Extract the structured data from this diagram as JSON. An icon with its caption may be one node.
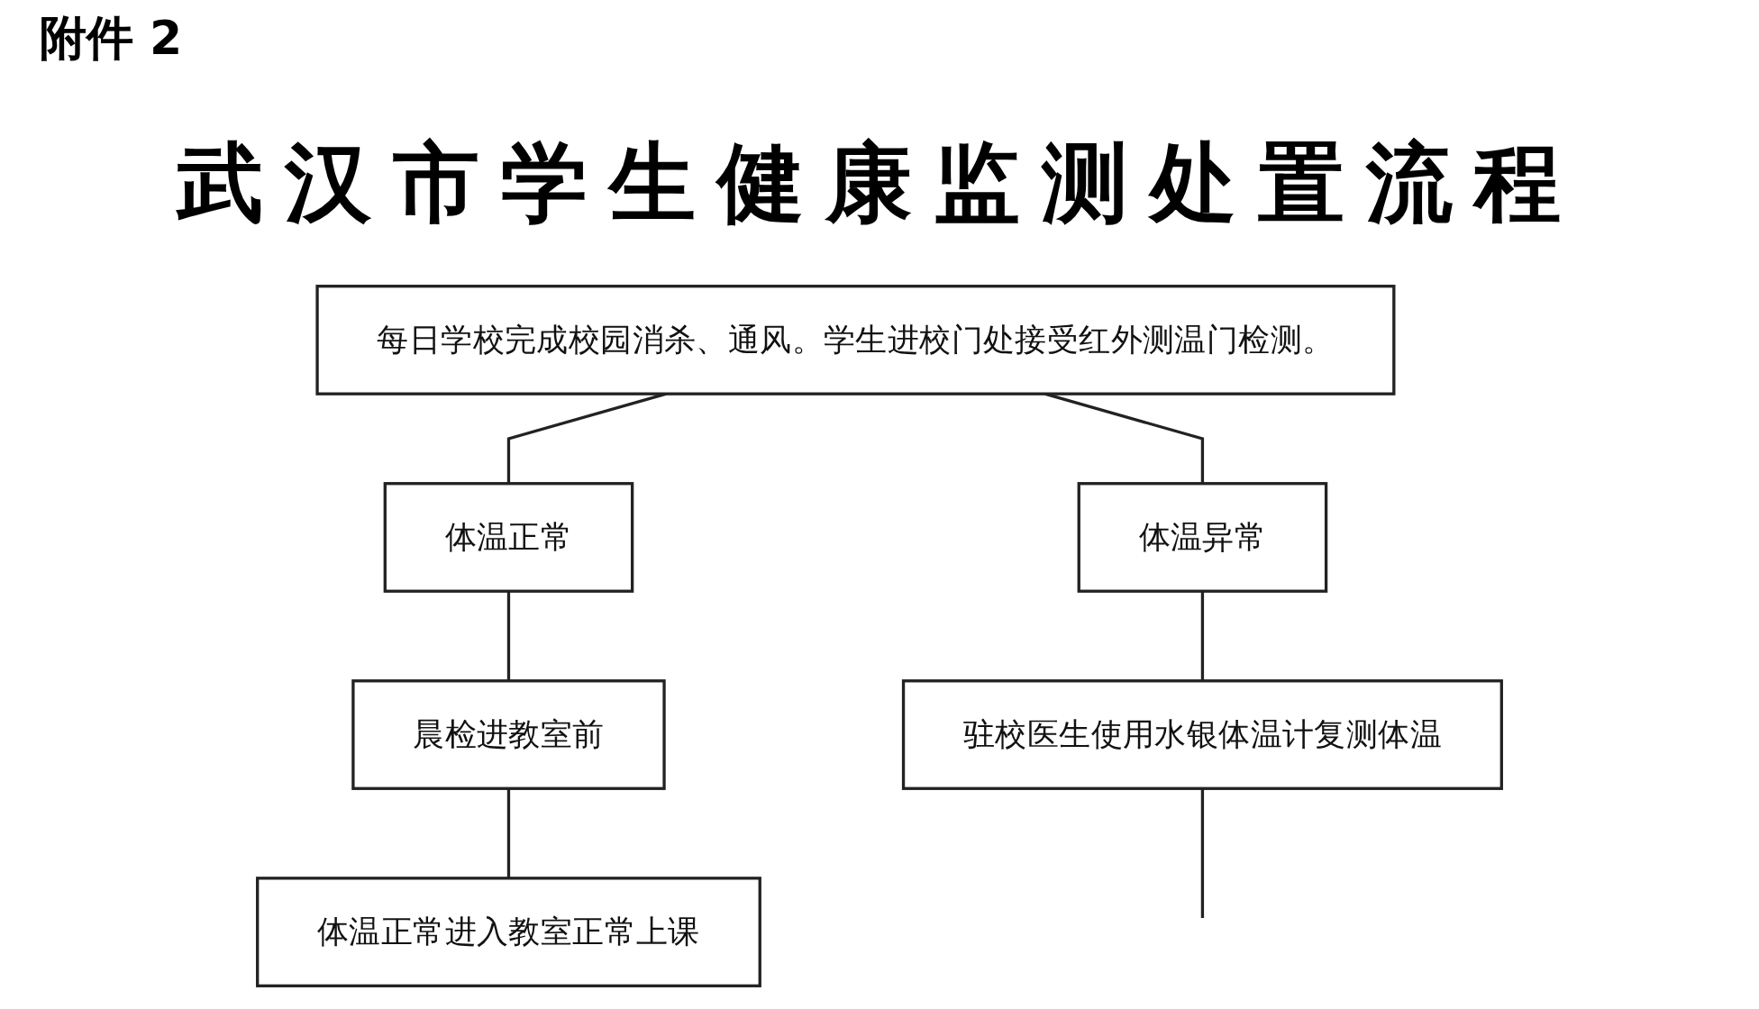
{
  "diagram": {
    "title": "武汉市学生健康监测处置流程",
    "nodes": [
      {
        "text": [
          "每日学校完成校园消杀、通风。学生进校门处接受红外测温门检测。"
        ]
      },
      {
        "text": [
          "体温正常"
        ]
      },
      {
        "text": [
          "体温异常"
        ]
      },
      {
        "text": [
          "晨检进教室前"
        ]
      },
      {
        "text": [
          "体温正常进入教室正常上课"
        ]
      },
      {
        "text": [
          "驻校医生使用水银体温计复测体温"
        ]
      }
    ],
    "edges": [
      {
        "from": 0,
        "to": 1,
        "arrow": "none"
      },
      {
        "from": 0,
        "to": 2,
        "arrow": "none"
      },
      {
        "from": 1,
        "to": 3,
        "arrow": "none"
      },
      {
        "from": 3,
        "to": 4,
        "arrow": "none"
      },
      {
        "from": 2,
        "to": 5,
        "arrow": "none"
      },
      {
        "from": 5,
        "to": null,
        "arrow": "none"
      }
    ],
    "labels": [
      "附件 2"
    ]
  }
}
